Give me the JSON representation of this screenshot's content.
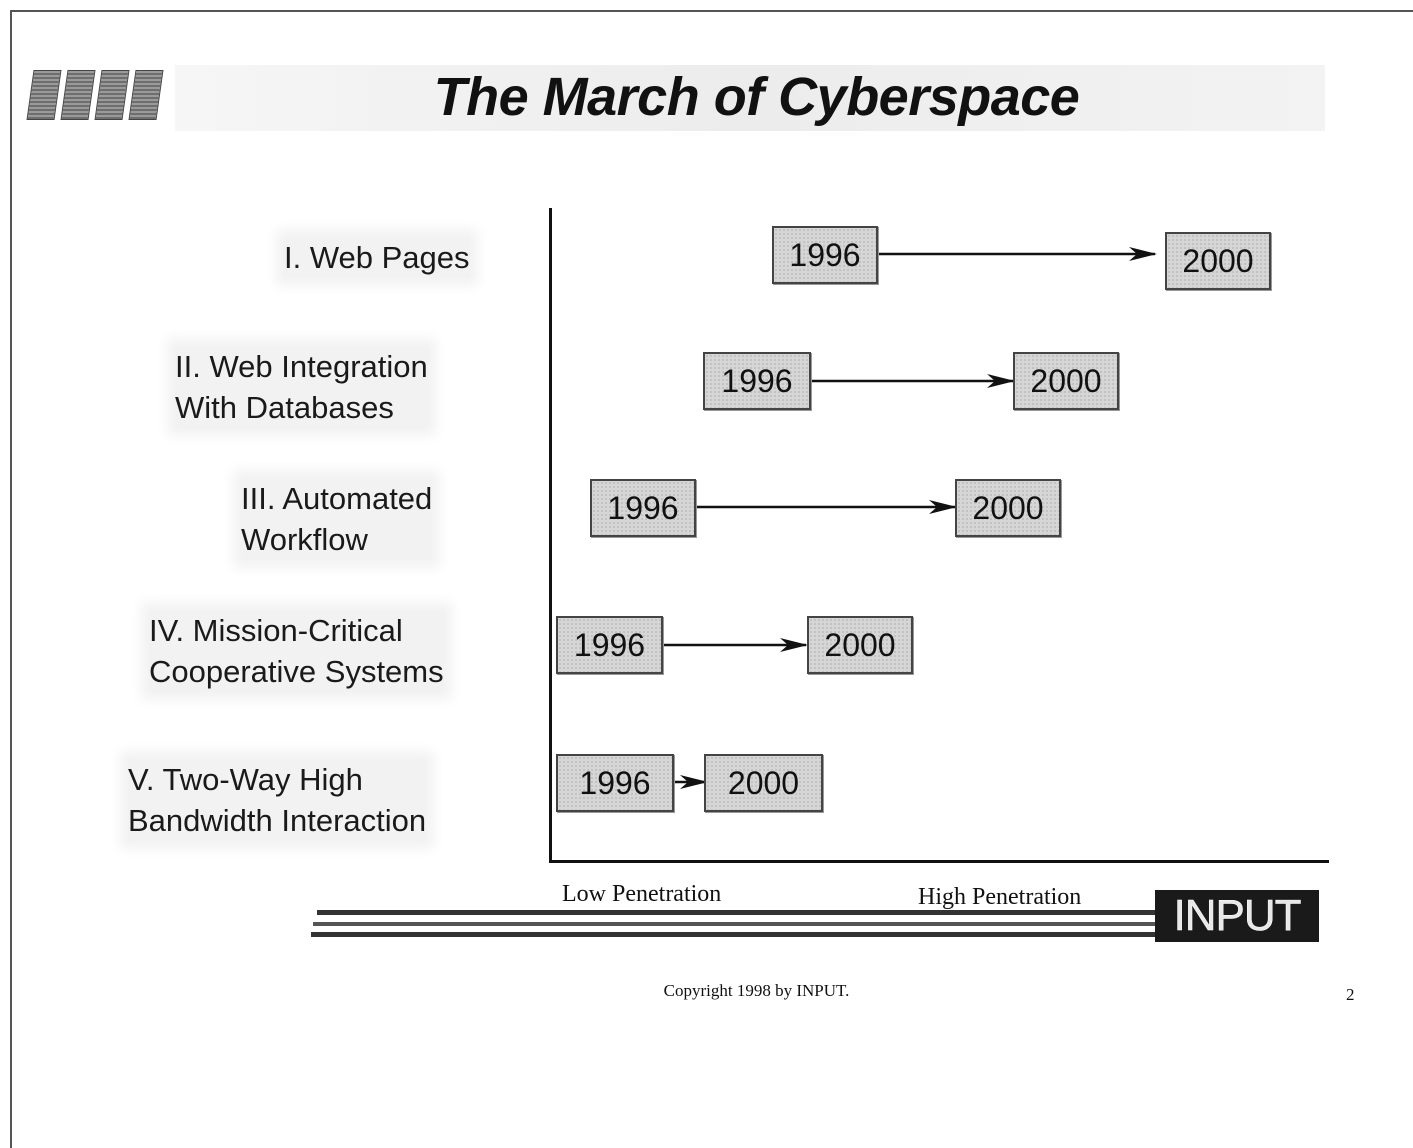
{
  "title": "The March of Cyberspace",
  "stages": [
    {
      "label_lines": [
        "I. Web Pages"
      ],
      "start": "1996",
      "end": "2000"
    },
    {
      "label_lines": [
        "II. Web Integration",
        "With Databases"
      ],
      "start": "1996",
      "end": "2000"
    },
    {
      "label_lines": [
        "III. Automated",
        "Workflow"
      ],
      "start": "1996",
      "end": "2000"
    },
    {
      "label_lines": [
        "IV. Mission-Critical",
        "Cooperative Systems"
      ],
      "start": "1996",
      "end": "2000"
    },
    {
      "label_lines": [
        "V. Two-Way High",
        "Bandwidth Interaction"
      ],
      "start": "1996",
      "end": "2000"
    }
  ],
  "axis": {
    "low_label": "Low Penetration",
    "high_label": "High Penetration"
  },
  "footer": {
    "logo_text": "INPUT",
    "copyright": "Copyright 1998 by INPUT.",
    "page_number": "2"
  }
}
